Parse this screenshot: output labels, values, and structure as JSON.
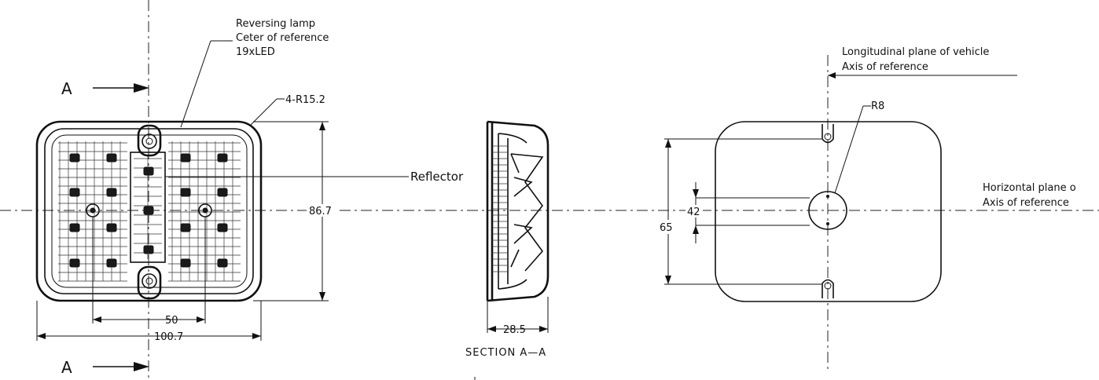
{
  "front_view": {
    "section_letter_top": "A",
    "section_letter_bottom": "A",
    "callout_reversing_lamp": "Reversing lamp",
    "callout_center_reference": "Ceter of reference",
    "callout_led_count": "19xLED",
    "callout_radius": "4-R15.2",
    "callout_reflector": "Reflector",
    "dim_height": "86.7",
    "dim_hole_spacing": "50",
    "dim_width": "100.7"
  },
  "side_view": {
    "dim_depth": "28.5",
    "caption": "SECTION  A—A"
  },
  "mounting_view": {
    "callout_longitudinal_plane": "Longitudinal plane of vehicle",
    "callout_axis_reference_top": "Axis of reference",
    "callout_radius": "R8",
    "callout_horizontal_plane": "Horizontal plane o",
    "callout_axis_reference_right": "Axis of reference",
    "dim_center_offset": "42",
    "dim_hole_spacing": "65"
  }
}
